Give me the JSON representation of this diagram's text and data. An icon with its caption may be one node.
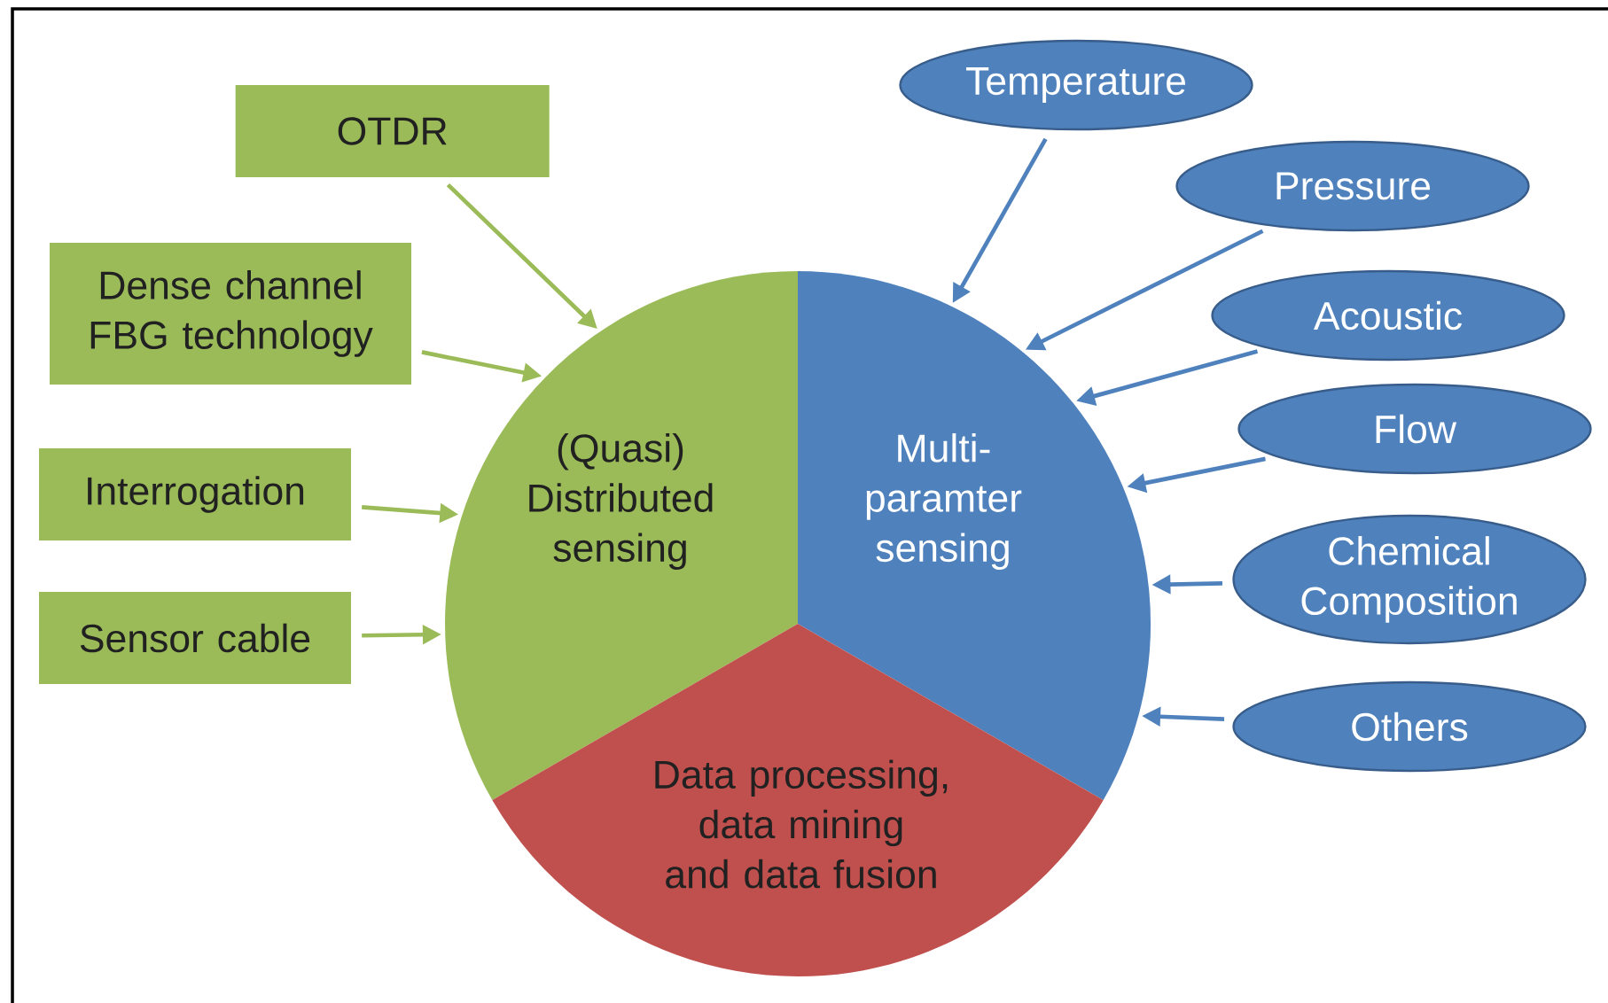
{
  "diagram": {
    "nodes": [
      {
        "text": [
          "(Quasi) Distributed sensing"
        ]
      },
      {
        "text": [
          "Multi- paramter sensing"
        ]
      },
      {
        "text": [
          "Data processing, data mining and data fusion"
        ]
      },
      {
        "text": [
          "OTDR"
        ]
      },
      {
        "text": [
          "Dense channel FBG technology"
        ]
      },
      {
        "text": [
          "Interrogation"
        ]
      },
      {
        "text": [
          "Sensor cable"
        ]
      },
      {
        "text": [
          "Temperature"
        ]
      },
      {
        "text": [
          "Pressure"
        ]
      },
      {
        "text": [
          "Acoustic"
        ]
      },
      {
        "text": [
          "Flow"
        ]
      },
      {
        "text": [
          "Chemical Composition"
        ]
      },
      {
        "text": [
          "Others"
        ]
      }
    ],
    "edges": [
      {
        "from": 3,
        "to": 0,
        "arrow": "to",
        "color": "#9bbb59"
      },
      {
        "from": 4,
        "to": 0,
        "arrow": "to",
        "color": "#9bbb59"
      },
      {
        "from": 5,
        "to": 0,
        "arrow": "to",
        "color": "#9bbb59"
      },
      {
        "from": 6,
        "to": 0,
        "arrow": "to",
        "color": "#9bbb59"
      },
      {
        "from": 7,
        "to": 1,
        "arrow": "to"
      },
      {
        "from": 8,
        "to": 1,
        "arrow": "to"
      },
      {
        "from": 9,
        "to": 1,
        "arrow": "to"
      },
      {
        "from": 10,
        "to": 1,
        "arrow": "to"
      },
      {
        "from": 11,
        "to": 1,
        "arrow": "to"
      },
      {
        "from": 12,
        "to": 1,
        "arrow": "to"
      }
    ]
  }
}
